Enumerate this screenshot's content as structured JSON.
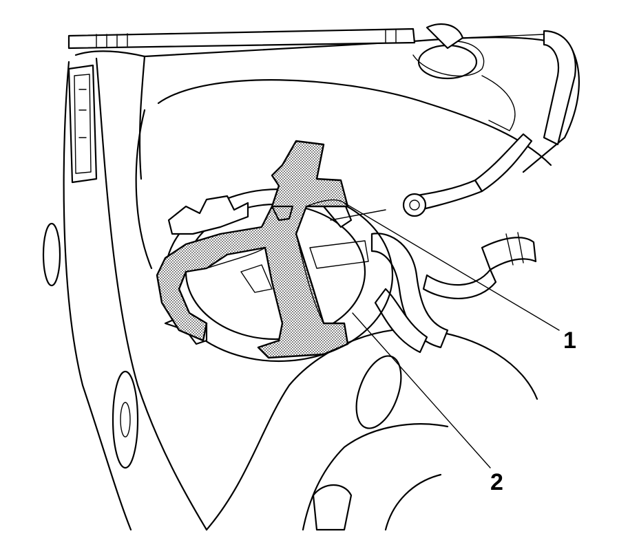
{
  "callouts": [
    {
      "id": "1",
      "label": "1"
    },
    {
      "id": "2",
      "label": "2"
    }
  ],
  "colors": {
    "line": "#000000",
    "background": "#ffffff",
    "shading": "#9a9a9a"
  }
}
